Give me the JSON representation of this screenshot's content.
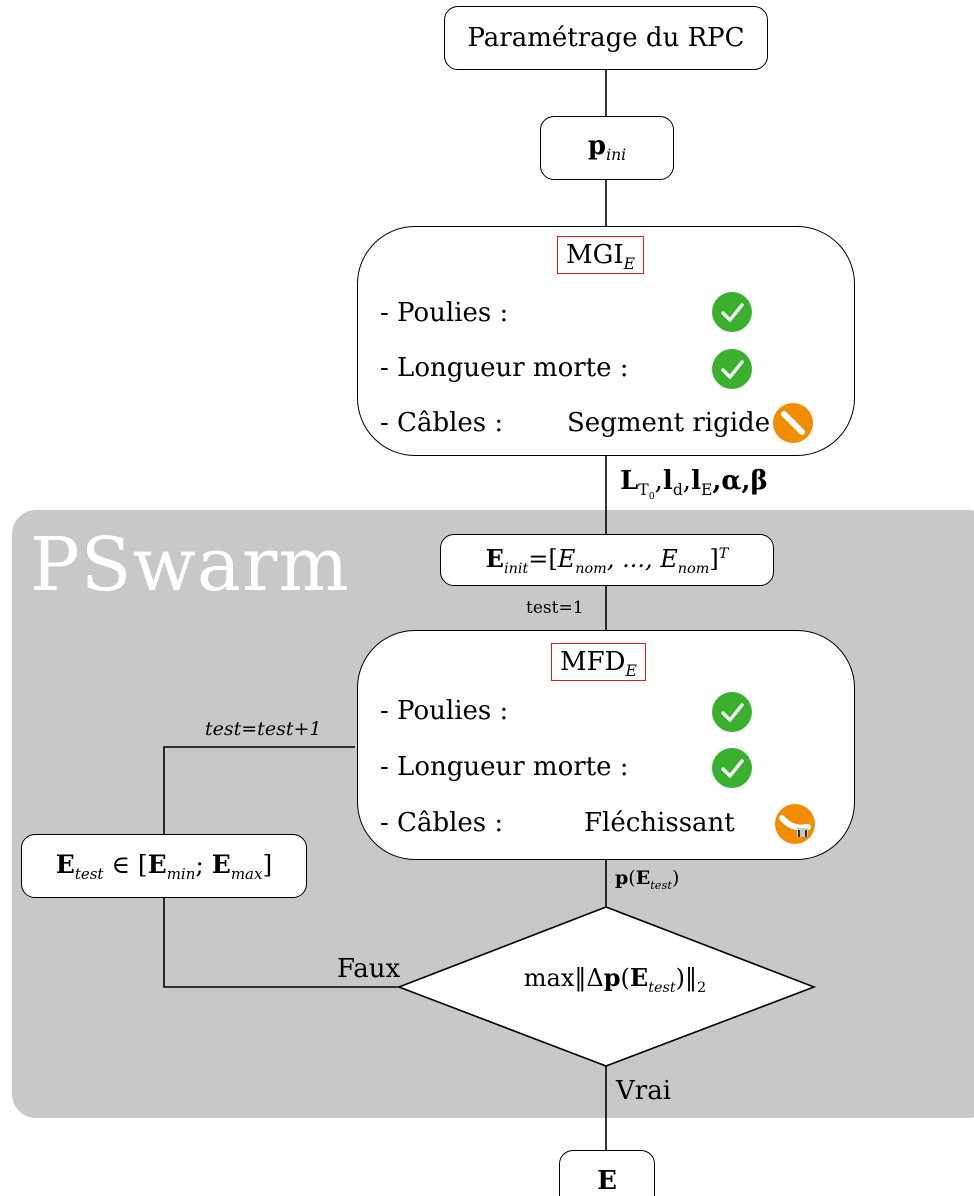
{
  "colors": {
    "region_fill": "#c8c8c8",
    "ok_icon": "#3ab02e",
    "warning_icon": "#f28c00",
    "tag_border": "#d42020"
  },
  "region": {
    "title": "PSwarm"
  },
  "nodes": {
    "start": "Paramétrage du RPC",
    "p_ini": {
      "main": "p",
      "sub": "ini"
    },
    "e_init": {
      "main": "E",
      "sub": "init",
      "eq": "=[",
      "e1": "E",
      "e1_sub": "nom",
      "sep": ", ..., ",
      "e2": "E",
      "e2_sub": "nom",
      "close": "]",
      "sup": "T"
    },
    "e_test": {
      "main": "E",
      "sub": "test",
      "op": " ∈ [",
      "min": "E",
      "min_sub": "min",
      "sep": "; ",
      "max": "E",
      "max_sub": "max",
      "close": "]"
    },
    "end": "E"
  },
  "mgi": {
    "tag_main": "MGI",
    "tag_sub": "E",
    "rows": [
      {
        "label": "- Poulies :",
        "status": "",
        "icon": "check-icon"
      },
      {
        "label": "- Longueur morte :",
        "status": "",
        "icon": "check-icon"
      },
      {
        "label": "- Câbles :",
        "status": "Segment rigide",
        "icon": "no-entry-icon"
      }
    ]
  },
  "mfd": {
    "tag_main": "MFD",
    "tag_sub": "E",
    "rows": [
      {
        "label": "- Poulies :",
        "status": "",
        "icon": "check-icon"
      },
      {
        "label": "- Longueur morte :",
        "status": "",
        "icon": "check-icon"
      },
      {
        "label": "- Câbles :",
        "status": "Fléchissant",
        "icon": "sagging-cable-icon"
      }
    ]
  },
  "edges": {
    "mgi_output": {
      "L": "L",
      "L_sub": "T",
      "L_sub2": "0",
      "c1": ",",
      "ld": "l",
      "ld_sub": "d",
      "c2": ",",
      "le": "l",
      "le_sub": "E",
      "rest": ",α,β"
    },
    "test_init": "test=1",
    "loop": "test=test+1",
    "p_out": {
      "p": "p",
      "open": "(",
      "E": "E",
      "E_sub": "test",
      "close": ")"
    },
    "false": "Faux",
    "true": "Vrai"
  },
  "decision": {
    "max": "max",
    "open": "‖Δ",
    "p": "p",
    "paren": "(",
    "E": "E",
    "E_sub": "test",
    "close": ")‖",
    "norm_sub": "2"
  }
}
